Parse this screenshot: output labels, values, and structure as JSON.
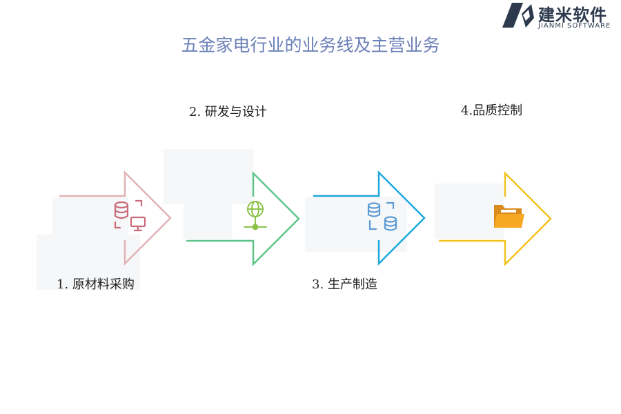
{
  "logo": {
    "name_cn": "建米软件",
    "name_en": "JIANMI SOFTWARE"
  },
  "title": "五金家电行业的业务线及主营业务",
  "steps": [
    {
      "label": "1.  原材料采购",
      "color": "#e2b2b7",
      "icon": "database-monitor-icon",
      "icon_color": "#c96a78"
    },
    {
      "label": "2.    研发与设计",
      "color": "#5ec48a",
      "icon": "globe-network-icon",
      "icon_color": "#8bc34a"
    },
    {
      "label": "3.  生产制造",
      "color": "#1ea8e0",
      "icon": "database-sync-icon",
      "icon_color": "#5b9bd5"
    },
    {
      "label": "4.品质控制",
      "color": "#f2c21b",
      "icon": "folder-icon",
      "icon_color": "#f5a623"
    }
  ]
}
